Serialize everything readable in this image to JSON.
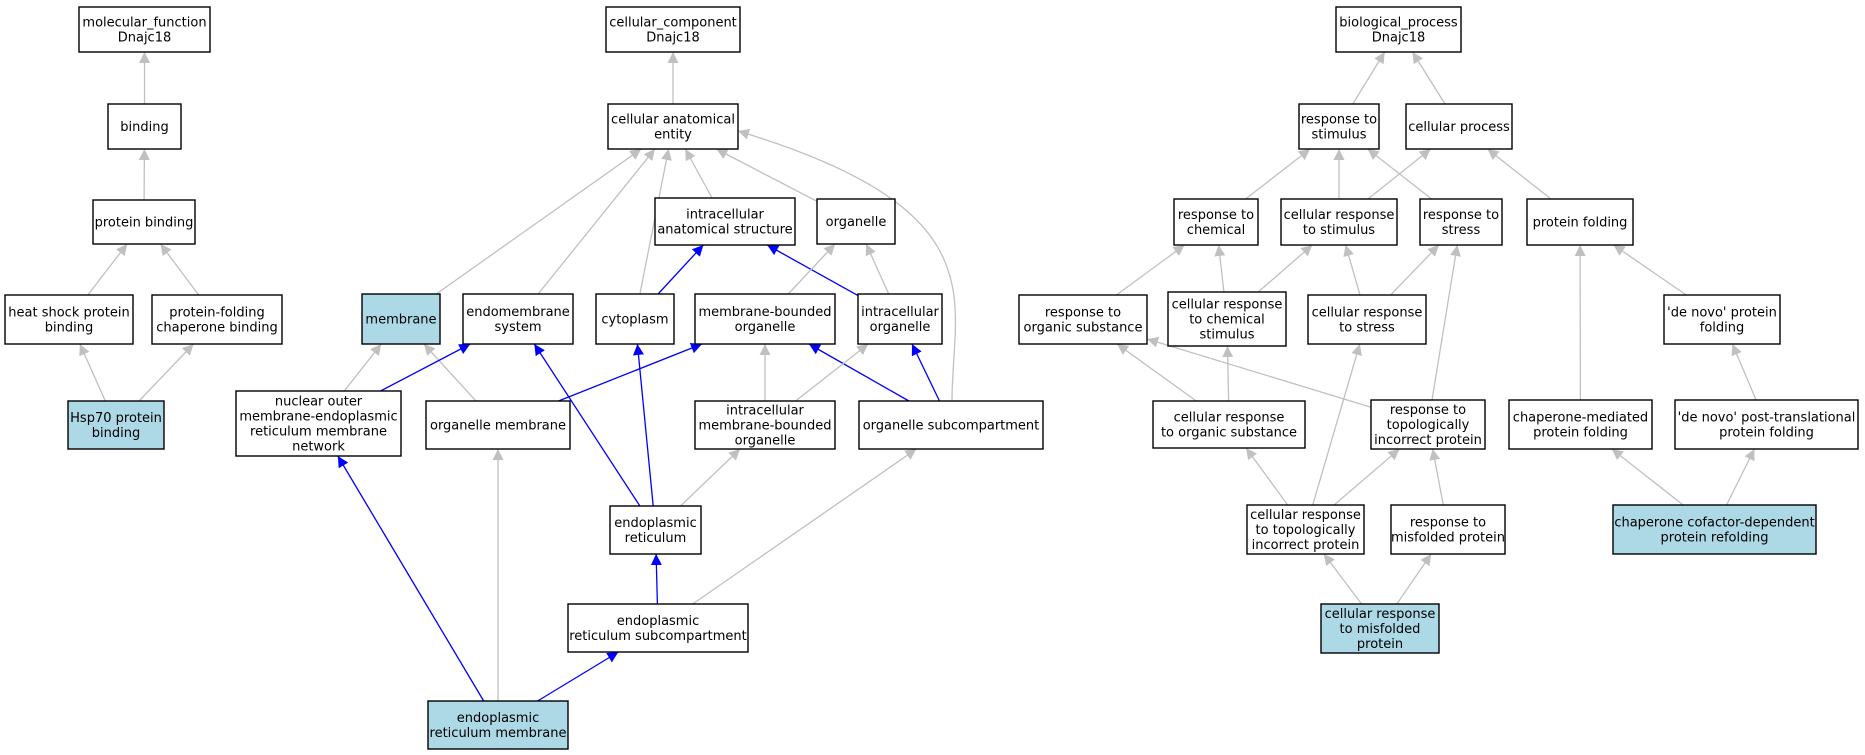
{
  "colors": {
    "node_fill": "#ffffff",
    "highlight_fill": "#add8e6",
    "gray_edge": "#c0c0c0",
    "blue_edge": "#0000ff",
    "border": "#000000"
  },
  "nodes": [
    {
      "id": "mf",
      "lines": [
        "molecular_function",
        "Dnajc18"
      ],
      "highlight": false
    },
    {
      "id": "binding",
      "lines": [
        "binding"
      ],
      "highlight": false
    },
    {
      "id": "protein_binding",
      "lines": [
        "protein binding"
      ],
      "highlight": false
    },
    {
      "id": "hsp_binding",
      "lines": [
        "heat shock protein",
        "binding"
      ],
      "highlight": false
    },
    {
      "id": "pf_chaperone_binding",
      "lines": [
        "protein-folding",
        "chaperone binding"
      ],
      "highlight": false
    },
    {
      "id": "hsp70",
      "lines": [
        "Hsp70 protein",
        "binding"
      ],
      "highlight": true
    },
    {
      "id": "cc",
      "lines": [
        "cellular_component",
        "Dnajc18"
      ],
      "highlight": false
    },
    {
      "id": "cae",
      "lines": [
        "cellular anatomical",
        "entity"
      ],
      "highlight": false
    },
    {
      "id": "ias",
      "lines": [
        "intracellular",
        "anatomical structure"
      ],
      "highlight": false
    },
    {
      "id": "organelle",
      "lines": [
        "organelle"
      ],
      "highlight": false
    },
    {
      "id": "membrane",
      "lines": [
        "membrane"
      ],
      "highlight": true
    },
    {
      "id": "endomembrane",
      "lines": [
        "endomembrane",
        "system"
      ],
      "highlight": false
    },
    {
      "id": "cytoplasm",
      "lines": [
        "cytoplasm"
      ],
      "highlight": false
    },
    {
      "id": "mbo",
      "lines": [
        "membrane-bounded",
        "organelle"
      ],
      "highlight": false
    },
    {
      "id": "io",
      "lines": [
        "intracellular",
        "organelle"
      ],
      "highlight": false
    },
    {
      "id": "nom",
      "lines": [
        "nuclear outer",
        "membrane-endoplasmic",
        "reticulum membrane",
        "network"
      ],
      "highlight": false
    },
    {
      "id": "om",
      "lines": [
        "organelle membrane"
      ],
      "highlight": false
    },
    {
      "id": "imbo",
      "lines": [
        "intracellular",
        "membrane-bounded",
        "organelle"
      ],
      "highlight": false
    },
    {
      "id": "osub",
      "lines": [
        "organelle subcompartment"
      ],
      "highlight": false
    },
    {
      "id": "er",
      "lines": [
        "endoplasmic",
        "reticulum"
      ],
      "highlight": false
    },
    {
      "id": "ersub",
      "lines": [
        "endoplasmic",
        "reticulum subcompartment"
      ],
      "highlight": false
    },
    {
      "id": "erm",
      "lines": [
        "endoplasmic",
        "reticulum membrane"
      ],
      "highlight": true
    },
    {
      "id": "bp",
      "lines": [
        "biological_process",
        "Dnajc18"
      ],
      "highlight": false
    },
    {
      "id": "rts",
      "lines": [
        "response to",
        "stimulus"
      ],
      "highlight": false
    },
    {
      "id": "cp",
      "lines": [
        "cellular process"
      ],
      "highlight": false
    },
    {
      "id": "rtc",
      "lines": [
        "response to",
        "chemical"
      ],
      "highlight": false
    },
    {
      "id": "crts",
      "lines": [
        "cellular response",
        "to stimulus"
      ],
      "highlight": false
    },
    {
      "id": "rtst",
      "lines": [
        "response to",
        "stress"
      ],
      "highlight": false
    },
    {
      "id": "pfold",
      "lines": [
        "protein folding"
      ],
      "highlight": false
    },
    {
      "id": "rtos",
      "lines": [
        "response to",
        "organic substance"
      ],
      "highlight": false
    },
    {
      "id": "crtcs",
      "lines": [
        "cellular response",
        "to chemical",
        "stimulus"
      ],
      "highlight": false
    },
    {
      "id": "crtst",
      "lines": [
        "cellular response",
        "to stress"
      ],
      "highlight": false
    },
    {
      "id": "dnpf",
      "lines": [
        "'de novo' protein",
        "folding"
      ],
      "highlight": false
    },
    {
      "id": "crtos",
      "lines": [
        "cellular response",
        "to organic substance"
      ],
      "highlight": false
    },
    {
      "id": "rttip",
      "lines": [
        "response to",
        "topologically",
        "incorrect protein"
      ],
      "highlight": false
    },
    {
      "id": "cmpf",
      "lines": [
        "chaperone-mediated",
        "protein folding"
      ],
      "highlight": false
    },
    {
      "id": "dnptpf",
      "lines": [
        "'de novo' post-translational",
        "protein folding"
      ],
      "highlight": false
    },
    {
      "id": "crttip",
      "lines": [
        "cellular response",
        "to topologically",
        "incorrect protein"
      ],
      "highlight": false
    },
    {
      "id": "rtmp",
      "lines": [
        "response to",
        "misfolded protein"
      ],
      "highlight": false
    },
    {
      "id": "ccdpr",
      "lines": [
        "chaperone cofactor-dependent",
        "protein refolding"
      ],
      "highlight": true
    },
    {
      "id": "crtmp",
      "lines": [
        "cellular response",
        "to misfolded",
        "protein"
      ],
      "highlight": true
    }
  ],
  "edges": [
    {
      "from": "binding",
      "to": "mf",
      "color": "gray"
    },
    {
      "from": "protein_binding",
      "to": "binding",
      "color": "gray"
    },
    {
      "from": "hsp_binding",
      "to": "protein_binding",
      "color": "gray"
    },
    {
      "from": "pf_chaperone_binding",
      "to": "protein_binding",
      "color": "gray"
    },
    {
      "from": "hsp70",
      "to": "hsp_binding",
      "color": "gray"
    },
    {
      "from": "hsp70",
      "to": "pf_chaperone_binding",
      "color": "gray"
    },
    {
      "from": "cae",
      "to": "cc",
      "color": "gray"
    },
    {
      "from": "membrane",
      "to": "cae",
      "color": "gray"
    },
    {
      "from": "endomembrane",
      "to": "cae",
      "color": "gray"
    },
    {
      "from": "cytoplasm",
      "to": "cae",
      "color": "gray"
    },
    {
      "from": "ias",
      "to": "cae",
      "color": "gray"
    },
    {
      "from": "organelle",
      "to": "cae",
      "color": "gray"
    },
    {
      "from": "osub",
      "to": "cae",
      "color": "gray"
    },
    {
      "from": "cytoplasm",
      "to": "ias",
      "color": "blue"
    },
    {
      "from": "io",
      "to": "ias",
      "color": "blue"
    },
    {
      "from": "mbo",
      "to": "organelle",
      "color": "gray"
    },
    {
      "from": "io",
      "to": "organelle",
      "color": "gray"
    },
    {
      "from": "nom",
      "to": "membrane",
      "color": "gray"
    },
    {
      "from": "om",
      "to": "membrane",
      "color": "gray"
    },
    {
      "from": "nom",
      "to": "endomembrane",
      "color": "blue"
    },
    {
      "from": "er",
      "to": "endomembrane",
      "color": "blue"
    },
    {
      "from": "er",
      "to": "cytoplasm",
      "color": "blue"
    },
    {
      "from": "om",
      "to": "mbo",
      "color": "blue"
    },
    {
      "from": "imbo",
      "to": "mbo",
      "color": "gray"
    },
    {
      "from": "osub",
      "to": "mbo",
      "color": "blue"
    },
    {
      "from": "imbo",
      "to": "io",
      "color": "gray"
    },
    {
      "from": "osub",
      "to": "io",
      "color": "blue"
    },
    {
      "from": "er",
      "to": "imbo",
      "color": "gray"
    },
    {
      "from": "ersub",
      "to": "er",
      "color": "blue"
    },
    {
      "from": "ersub",
      "to": "osub",
      "color": "gray"
    },
    {
      "from": "erm",
      "to": "nom",
      "color": "blue"
    },
    {
      "from": "erm",
      "to": "om",
      "color": "gray"
    },
    {
      "from": "erm",
      "to": "ersub",
      "color": "blue"
    },
    {
      "from": "rts",
      "to": "bp",
      "color": "gray"
    },
    {
      "from": "cp",
      "to": "bp",
      "color": "gray"
    },
    {
      "from": "rtc",
      "to": "rts",
      "color": "gray"
    },
    {
      "from": "crts",
      "to": "rts",
      "color": "gray"
    },
    {
      "from": "rtst",
      "to": "rts",
      "color": "gray"
    },
    {
      "from": "crts",
      "to": "cp",
      "color": "gray"
    },
    {
      "from": "pfold",
      "to": "cp",
      "color": "gray"
    },
    {
      "from": "rtos",
      "to": "rtc",
      "color": "gray"
    },
    {
      "from": "crtcs",
      "to": "rtc",
      "color": "gray"
    },
    {
      "from": "crtcs",
      "to": "crts",
      "color": "gray"
    },
    {
      "from": "crtst",
      "to": "crts",
      "color": "gray"
    },
    {
      "from": "crtst",
      "to": "rtst",
      "color": "gray"
    },
    {
      "from": "rttip",
      "to": "rtst",
      "color": "gray"
    },
    {
      "from": "dnpf",
      "to": "pfold",
      "color": "gray"
    },
    {
      "from": "cmpf",
      "to": "pfold",
      "color": "gray"
    },
    {
      "from": "crtos",
      "to": "rtos",
      "color": "gray"
    },
    {
      "from": "rttip",
      "to": "rtos",
      "color": "gray"
    },
    {
      "from": "crtos",
      "to": "crtcs",
      "color": "gray"
    },
    {
      "from": "crttip",
      "to": "crtst",
      "color": "gray"
    },
    {
      "from": "dnptpf",
      "to": "dnpf",
      "color": "gray"
    },
    {
      "from": "crttip",
      "to": "crtos",
      "color": "gray"
    },
    {
      "from": "crttip",
      "to": "rttip",
      "color": "gray"
    },
    {
      "from": "rtmp",
      "to": "rttip",
      "color": "gray"
    },
    {
      "from": "ccdpr",
      "to": "cmpf",
      "color": "gray"
    },
    {
      "from": "ccdpr",
      "to": "dnptpf",
      "color": "gray"
    },
    {
      "from": "crtmp",
      "to": "crttip",
      "color": "gray"
    },
    {
      "from": "crtmp",
      "to": "rtmp",
      "color": "gray"
    }
  ]
}
